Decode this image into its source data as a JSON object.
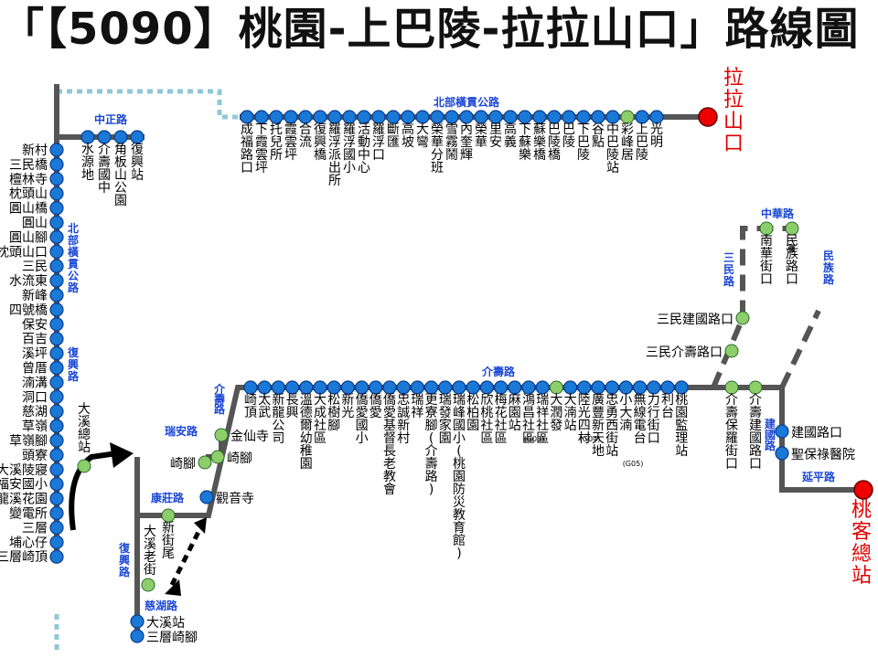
{
  "title": "「【5090】桃園-上巴陵-拉拉山口」路線圖",
  "colors": {
    "line": "#555555",
    "stop": "#1a78d6",
    "terminal": "#ee0000",
    "road": "#1a46d6",
    "alt": "#8fc8d8",
    "pass": "#8ccf6a"
  },
  "terminals": {
    "top": "拉拉山口",
    "bottom": "桃客總站"
  },
  "roads": {
    "zhongzheng": "中正路",
    "north_cross": "北部橫貫公路",
    "north_cross_top": "北部橫貫公路",
    "fuxing_1": "復興路",
    "fuxing_2": "復興路",
    "jieshou": "介壽路",
    "ruian": "瑞安路",
    "kangzhuang": "康莊路",
    "cihu": "慈湖路",
    "zhonghua": "中華路",
    "sanmin": "三民路",
    "minzu": "民族路",
    "jianguo": "建國路",
    "yanping": "延平路"
  },
  "stops": {
    "top_row": [
      "成福路口",
      "下霞雲坪",
      "托兒所",
      "霞雲坪",
      "合流",
      "復興橋",
      "羅浮派出所",
      "羅浮國小",
      "活動中心",
      "羅浮口",
      "斷匯",
      "高坡",
      "大彎",
      "榮華分班",
      "雪霧鬧",
      "內奎輝",
      "榮華",
      "里安",
      "高義",
      "下蘇樂",
      "蘇樂橋",
      "巴陵橋",
      "巴陵",
      "下巴陵",
      "谷點",
      "中巴陵站",
      "彩峰居",
      "上巴陵",
      "光明"
    ],
    "zhongzheng": [
      "水源地",
      "介壽國中",
      "角板山公園",
      "復興站"
    ],
    "left_col": [
      "新村",
      "三民橋",
      "檀林寺",
      "枕頭山",
      "圓山橋",
      "圓山",
      "圓山腳",
      "枕頭山口",
      "三民",
      "水流東",
      "新峰",
      "四號橋",
      "保安",
      "百吉",
      "溪坪",
      "曾厝",
      "湳溝",
      "洞口",
      "慈湖",
      "草嶺",
      "草嶺腳",
      "頭寮",
      "大溪陵寢",
      "福安國小",
      "龍溪花園",
      "變電所",
      "三層",
      "埔心仔",
      "三層崎頂"
    ],
    "daxi_hub": "大溪總站",
    "mid_row": [
      "崎頂",
      "太武",
      "新龍公司",
      "長興",
      "溫德爾幼稚園",
      "大成社區",
      "松樹腳",
      "新光",
      "僑愛國小",
      "僑愛",
      "僑愛基督長老教會",
      "忠誠新村",
      "瑞祥",
      "更寮腳(介壽路)",
      "瑞發家園",
      "瑞峰國小(桃園防災教育館)",
      "松柏園",
      "欣桃社區",
      "梅花社區",
      "麻園站",
      "鴻昌社區",
      "瑞祥社區",
      "大潤發",
      "大湳站",
      "陸光四村",
      "廣豐新天地",
      "忠勇西街站",
      "小大湳",
      "無線電台",
      "力行街口",
      "利台",
      "桃園監理站"
    ],
    "mid_codes": [
      "(G03)",
      "(G04)",
      "(G05)"
    ],
    "ruian": [
      "金仙寺",
      "崎腳",
      "崎腳"
    ],
    "south": [
      "觀音寺",
      "新街尾",
      "大溪老街",
      "大溪站",
      "三層崎腳"
    ],
    "right_col": [
      "介壽保羅街口",
      "介壽建國路口",
      "三民建國路口",
      "三民介壽路口",
      "南華街口",
      "民族路口",
      "建國路口",
      "聖保祿醫院"
    ]
  }
}
